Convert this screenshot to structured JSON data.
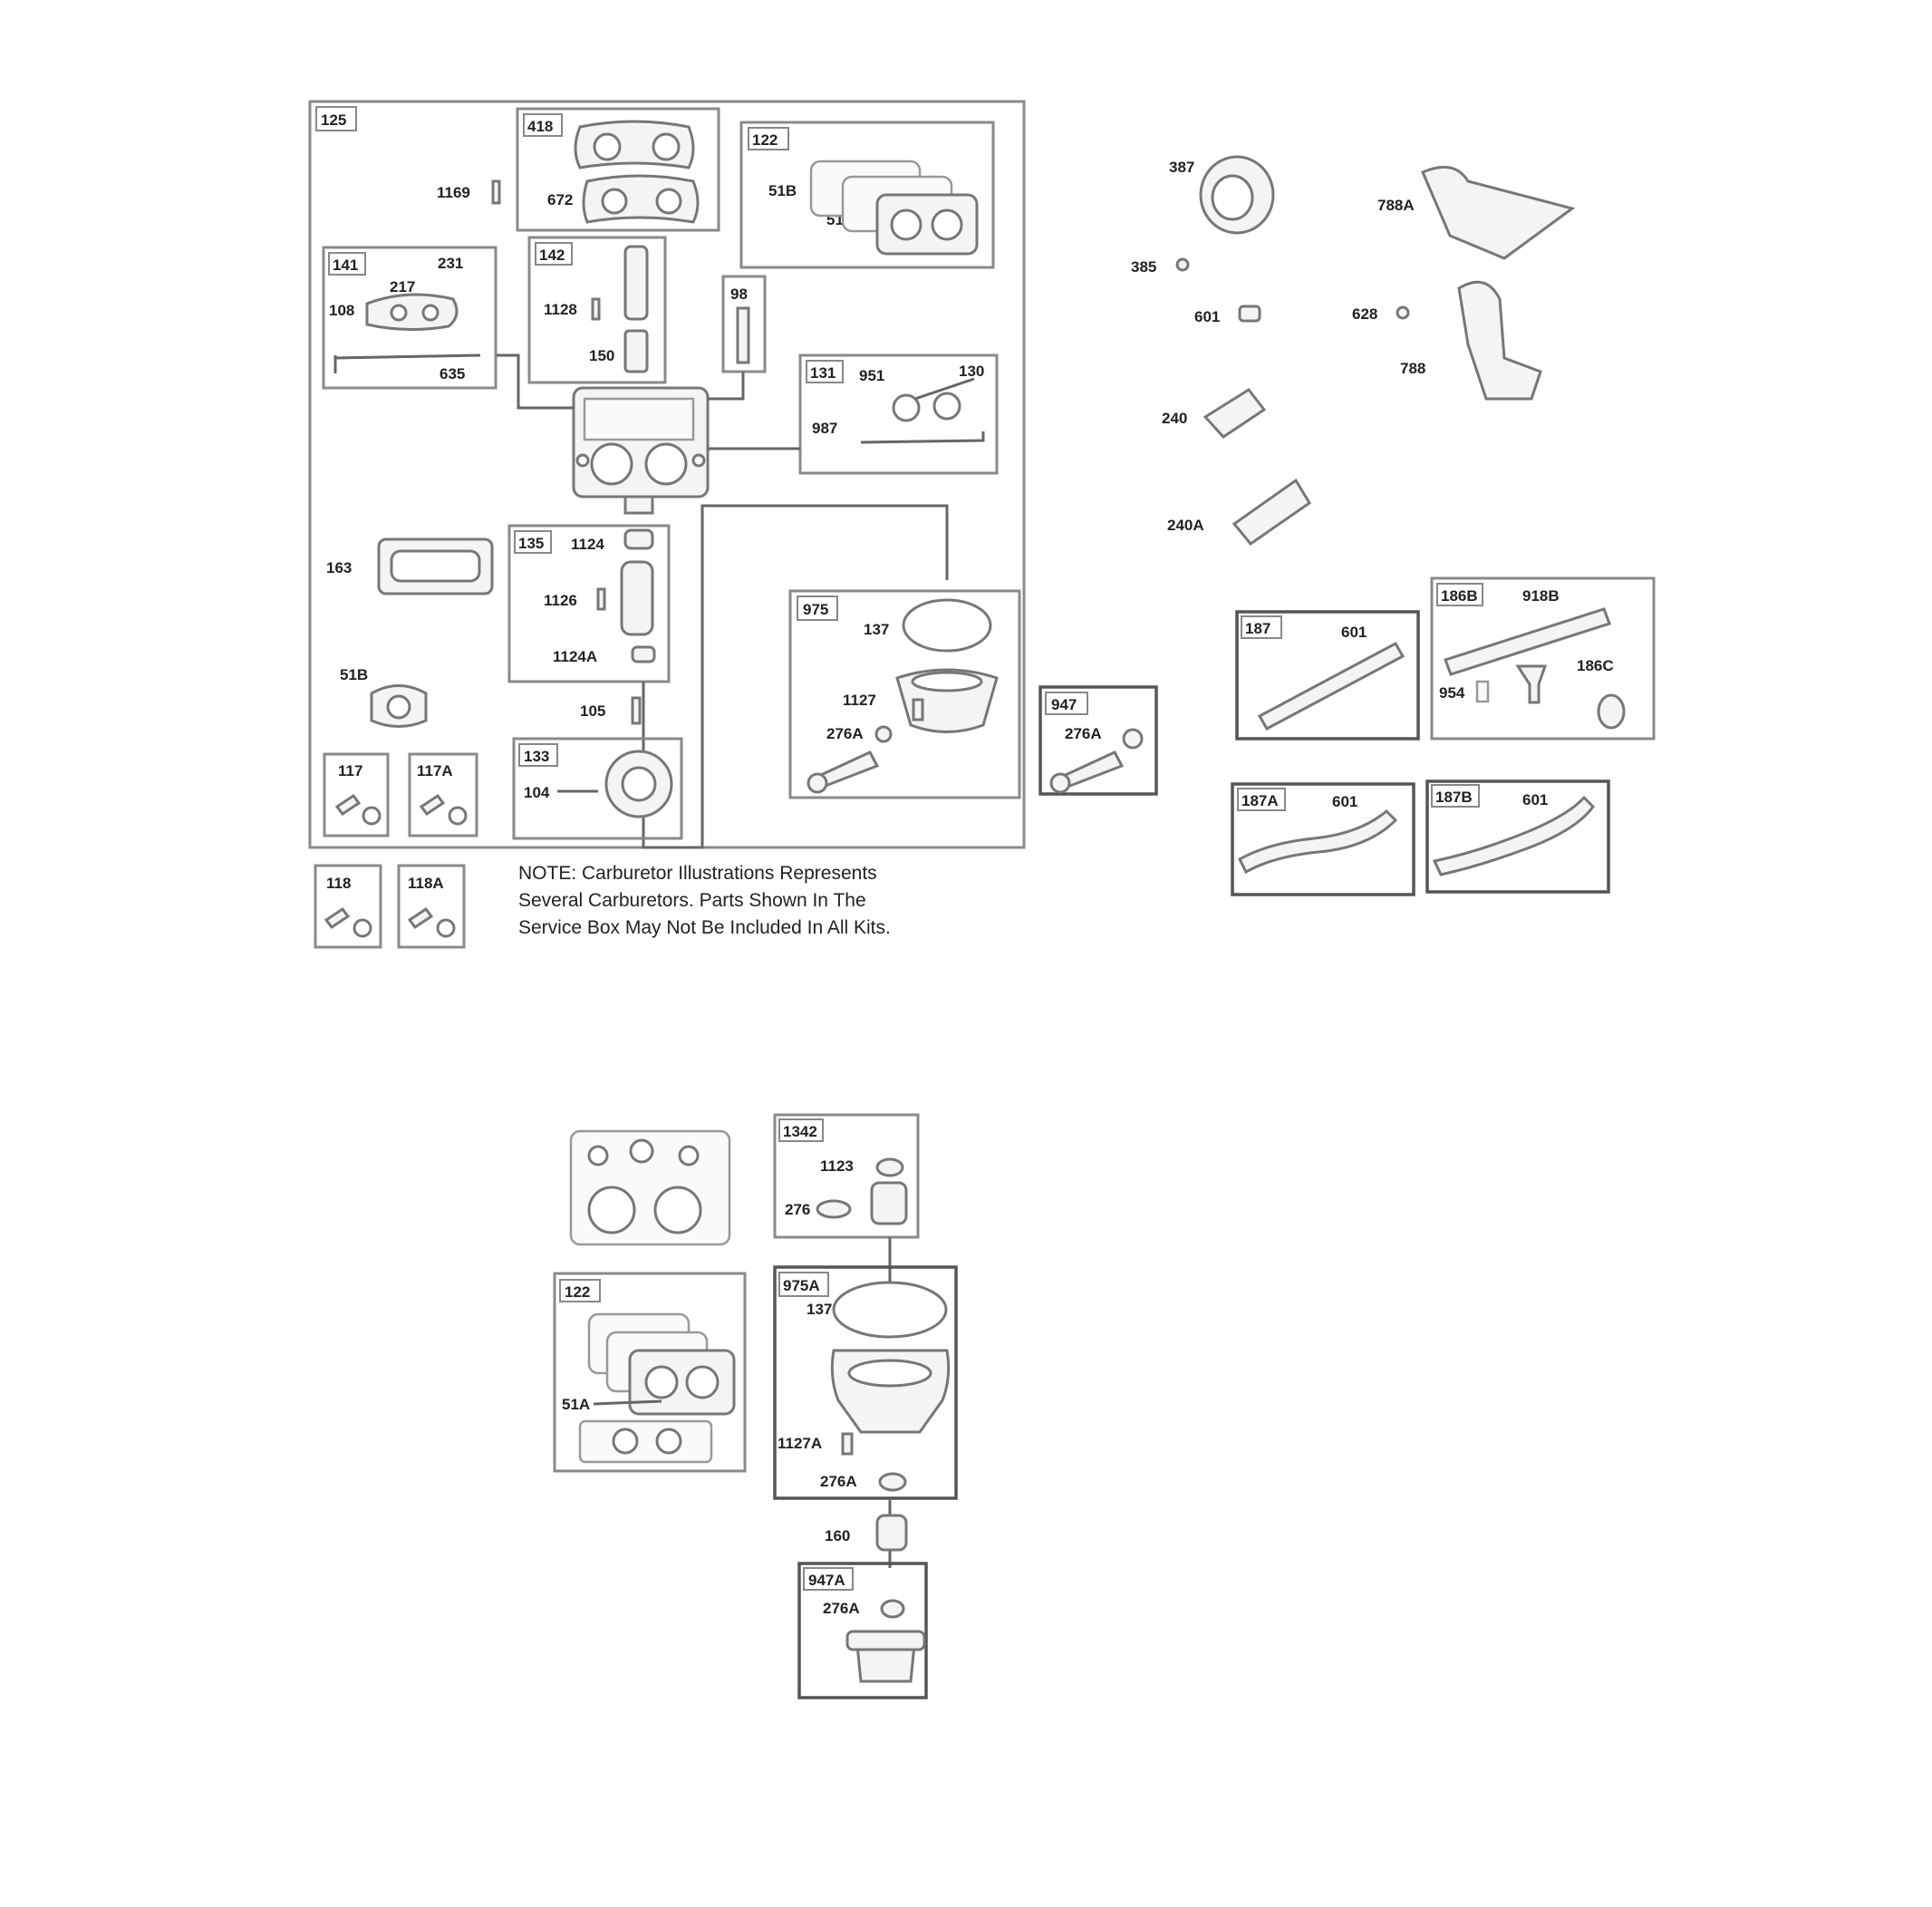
{
  "labels": {
    "l125": "125",
    "l418": "418",
    "l672": "672",
    "l1169": "1169",
    "l122a": "122",
    "l51b1": "51B",
    "l51b2": "51B",
    "l141": "141",
    "l231": "231",
    "l217": "217",
    "l108": "108",
    "l635": "635",
    "l142": "142",
    "l1128": "1128",
    "l150": "150",
    "l98": "98",
    "l131": "131",
    "l951": "951",
    "l130": "130",
    "l987": "987",
    "l163": "163",
    "l135": "135",
    "l1124": "1124",
    "l1126": "1126",
    "l1124a": "1124A",
    "l975": "975",
    "l137a": "137",
    "l1127": "1127",
    "l276a1": "276A",
    "l51b3": "51B",
    "l105": "105",
    "l947": "947",
    "l276a2": "276A",
    "l117": "117",
    "l117a": "117A",
    "l133": "133",
    "l104": "104",
    "l118": "118",
    "l118a": "118A",
    "l387": "387",
    "l385": "385",
    "l601a": "601",
    "l240": "240",
    "l240a": "240A",
    "l788a": "788A",
    "l628": "628",
    "l788": "788",
    "l187": "187",
    "l601b": "601",
    "l186b": "186B",
    "l918b": "918B",
    "l954": "954",
    "l186c": "186C",
    "l187a": "187A",
    "l601c": "601",
    "l187b": "187B",
    "l601d": "601",
    "l1342": "1342",
    "l1123": "1123",
    "l276": "276",
    "l122b": "122",
    "l51a": "51A",
    "l975a": "975A",
    "l137b": "137",
    "l1127a": "1127A",
    "l276a3": "276A",
    "l160": "160",
    "l947a": "947A",
    "l276a4": "276A"
  },
  "note": {
    "line1": "NOTE:  Carburetor  Illustrations  Represents",
    "line2": "Several  Carburetors.  Parts  Shown  In  The",
    "line3": "Service Box May Not Be Included In All Kits."
  }
}
